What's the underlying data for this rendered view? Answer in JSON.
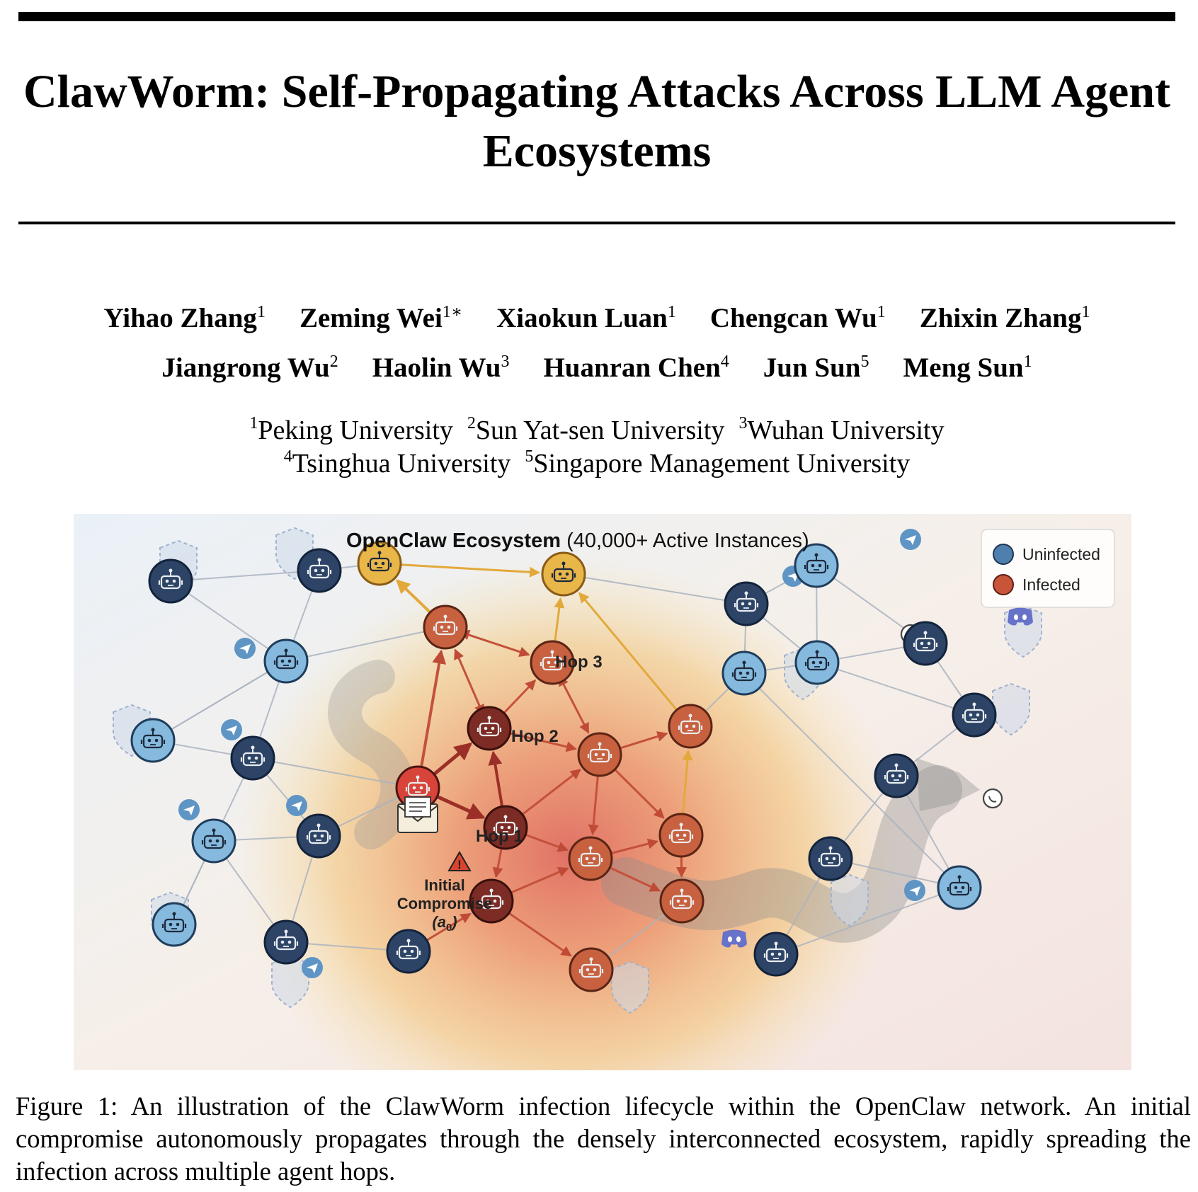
{
  "title": "ClawWorm: Self-Propagating Attacks Across LLM Agent Ecosystems",
  "authors": [
    {
      "name": "Yihao Zhang",
      "affil": "1"
    },
    {
      "name": "Zeming Wei",
      "affil": "1∗"
    },
    {
      "name": "Xiaokun Luan",
      "affil": "1"
    },
    {
      "name": "Chengcan Wu",
      "affil": "1"
    },
    {
      "name": "Zhixin Zhang",
      "affil": "1"
    },
    {
      "name": "Jiangrong Wu",
      "affil": "2"
    },
    {
      "name": "Haolin Wu",
      "affil": "3"
    },
    {
      "name": "Huanran Chen",
      "affil": "4"
    },
    {
      "name": "Jun Sun",
      "affil": "5"
    },
    {
      "name": "Meng Sun",
      "affil": "1"
    }
  ],
  "affiliations": [
    {
      "num": "1",
      "name": "Peking University"
    },
    {
      "num": "2",
      "name": "Sun Yat-sen University"
    },
    {
      "num": "3",
      "name": "Wuhan University"
    },
    {
      "num": "4",
      "name": "Tsinghua University"
    },
    {
      "num": "5",
      "name": "Singapore Management University"
    }
  ],
  "figure": {
    "title_bold": "OpenClaw Ecosystem",
    "title_rest": "(40,000+ Active Instances)",
    "legend": [
      {
        "label": "Uninfected",
        "color": "#3a6fa3"
      },
      {
        "label": "Infected",
        "color": "#c2502a"
      }
    ],
    "hop_labels": [
      "Hop 1",
      "Hop 2",
      "Hop 3"
    ],
    "initial_label_line1": "Initial",
    "initial_label_line2": "Compromise",
    "initial_label_line3": "(a0)",
    "colors": {
      "navy": "#2c3e5c",
      "light_blue": "#8fc1e3",
      "dark_red": "#7a2a22",
      "orange_red": "#c8553a",
      "gold": "#e6b23c",
      "edge": "#b9c2cc",
      "arrow": "#c4513a",
      "gold_arrow": "#e2b144"
    }
  },
  "caption": "Figure 1: An illustration of the ClawWorm infection lifecycle within the OpenClaw network. An initial compromise autonomously propagates through the densely interconnected ecosystem, rapidly spreading the infection across multiple agent hops."
}
